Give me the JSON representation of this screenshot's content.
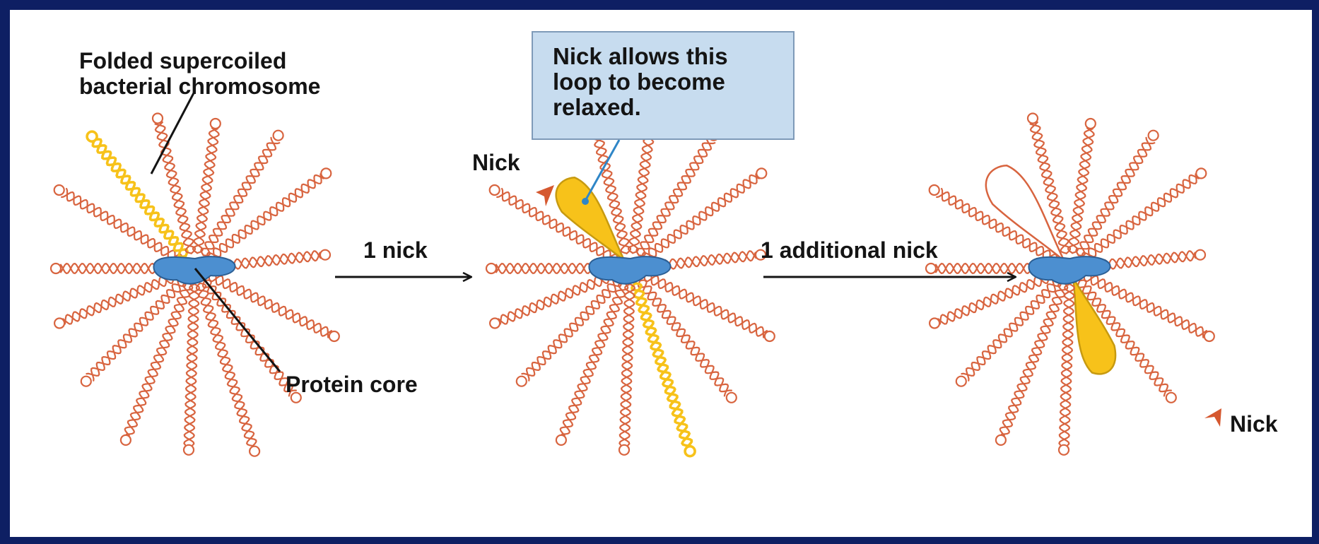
{
  "labels": {
    "folded_chromosome": [
      "Folded supercoiled",
      "bacterial chromosome"
    ],
    "protein_core": "Protein core",
    "step1": "1 nick",
    "step2": "1 additional nick",
    "nick_middle": "Nick",
    "nick_right": "Nick",
    "callout": [
      "Nick allows this",
      "loop to become",
      "relaxed."
    ]
  },
  "colors": {
    "frame": "#0e1f63",
    "dna_strand": "#d8643f",
    "relaxed_loop_fill": "#f7c21a",
    "relaxed_loop_stroke": "#c79a10",
    "protein_core": "#4c8fd0",
    "callout_bg": "#c7dcef",
    "callout_leader": "#2f86c7",
    "nick_marker": "#d5582f",
    "text": "#141414"
  }
}
